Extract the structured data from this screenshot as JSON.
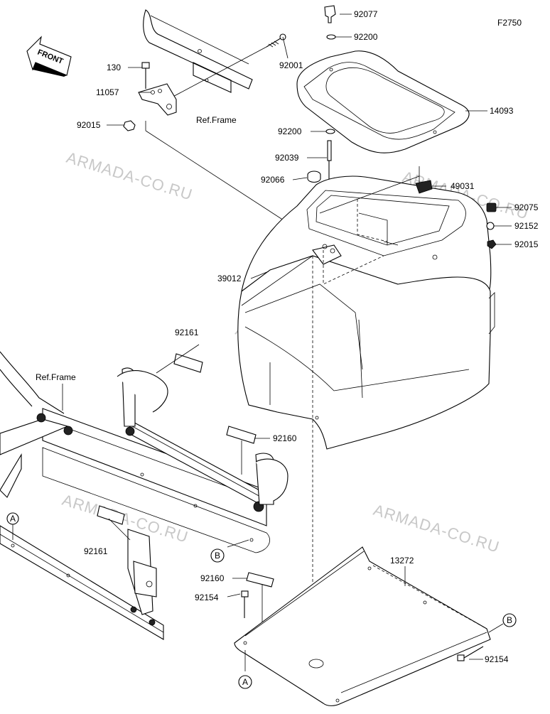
{
  "diagram": {
    "code": "F2750",
    "front_label": "FRONT",
    "watermark": "ARMADA-CO.RU",
    "ref_frame_labels": [
      "Ref.Frame",
      "Ref.Frame"
    ],
    "part_numbers": {
      "p92077": "92077",
      "p92200_top": "92200",
      "p92001": "92001",
      "p130": "130",
      "p11057": "11057",
      "p92015_left": "92015",
      "p14093": "14093",
      "p92200_mid": "92200",
      "p92039": "92039",
      "p92066": "92066",
      "p49031": "49031",
      "p92075": "92075",
      "p92152": "92152",
      "p92015_right": "92015",
      "p39012": "39012",
      "p92161_top": "92161",
      "p92160_mid": "92160",
      "p92161_bottom": "92161",
      "p13272": "13272",
      "p92160_bottom": "92160",
      "p92154_left": "92154",
      "p92154_right": "92154"
    },
    "ref_markers": {
      "a_left": "A",
      "a_bottom": "A",
      "b_mid": "B",
      "b_right": "B"
    }
  }
}
